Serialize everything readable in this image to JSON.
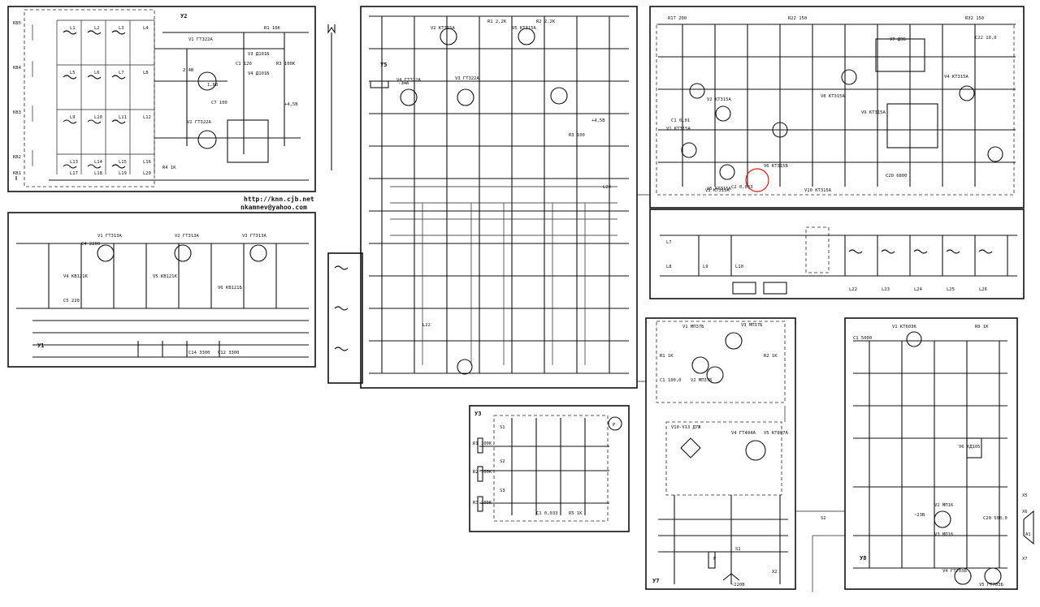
{
  "sheet": {
    "website": "http://knn.cjb.net",
    "email": "nkamnev@yahoo.com"
  },
  "blocks": [
    {
      "id": "y2",
      "label": "У2"
    },
    {
      "id": "y1",
      "label": "У1"
    },
    {
      "id": "y5",
      "label": "У5"
    },
    {
      "id": "y3",
      "label": "У3"
    },
    {
      "id": "y7",
      "label": "У7"
    },
    {
      "id": "y8",
      "label": "У8"
    }
  ],
  "components": {
    "y2_transistors": [
      "V1 ГТ322А",
      "V2 ГТ322А"
    ],
    "y2_coils": [
      "L1",
      "L2",
      "L3",
      "L4",
      "L5",
      "L6",
      "L7",
      "L8",
      "L9",
      "L10",
      "L11",
      "L12",
      "L13",
      "L14",
      "L15",
      "L16",
      "L17",
      "L18",
      "L19",
      "L20"
    ],
    "y2_switch_labels": [
      "КВ5",
      "КВ4",
      "КВ3",
      "КВ2",
      "КВ1"
    ],
    "y2_misc": [
      "R1 16К",
      "V3 Д101Б",
      "V4 Д101Б",
      "R3 100К",
      "+4,5В",
      "2,4В",
      "1,6В",
      "C1 120",
      "C7 100",
      "R4 1К"
    ],
    "y1_parts": [
      "V1 ГТ313А",
      "V2 ГТ313А",
      "V3 ГТ313А",
      "V4 КВ121К",
      "V5 КВ121К",
      "V6 КВ121Б",
      "C4 2200",
      "C5 220",
      "C14 3300",
      "C12 3300"
    ],
    "y5_parts": [
      "V2 КТ315А",
      "V3 ГТ322А",
      "V4 ГТ322А",
      "V5 КТ315А",
      "R1 2,2К",
      "R2 2,2К",
      "R3 100",
      "L20",
      "L22",
      "-3мА",
      "+4,5В"
    ],
    "y3_parts": [
      "R1 100К",
      "R2 100К",
      "R3 100К",
      "R5 1К",
      "C1 0,033",
      "S1",
      "S2",
      "S3",
      "P"
    ],
    "y_right_top": [
      "V1 КТ315А",
      "V2 КТ315А",
      "V3 КТ315А",
      "V4 КТ315А",
      "V5 КТ315А",
      "V6 КТ315Б",
      "V7 Д9Б",
      "V8 КТ315А",
      "V9 КТ315А",
      "V10 КТ315А",
      "R17 200",
      "R22 150",
      "R32 150",
      "C1 0,01",
      "C2 0,033",
      "C20 6800",
      "C22 10,0",
      "L7",
      "L8",
      "L9",
      "L10",
      "L22",
      "L23",
      "L24",
      "L25",
      "L26"
    ],
    "y7_parts": [
      "V1 МП37Б",
      "V2 МП37Б",
      "V3 МП37Б",
      "V4 ГТ404А",
      "V5 КТ807А",
      "V10-V13 Д7Ж",
      "R1 1К",
      "R2 1К",
      "C1 100,0",
      "F",
      "~220В",
      "X2",
      "S1",
      "S2"
    ],
    "y8_parts": [
      "V1 КТ603К",
      "V2 МП16",
      "V3 МП16",
      "V4 ГТ703Б",
      "V5 ГТ703Б",
      "V6 КД105",
      "R9 1К",
      "C1 5000",
      "C20 500,0",
      "~23В",
      "X5",
      "X6",
      "X7",
      "A1"
    ]
  }
}
